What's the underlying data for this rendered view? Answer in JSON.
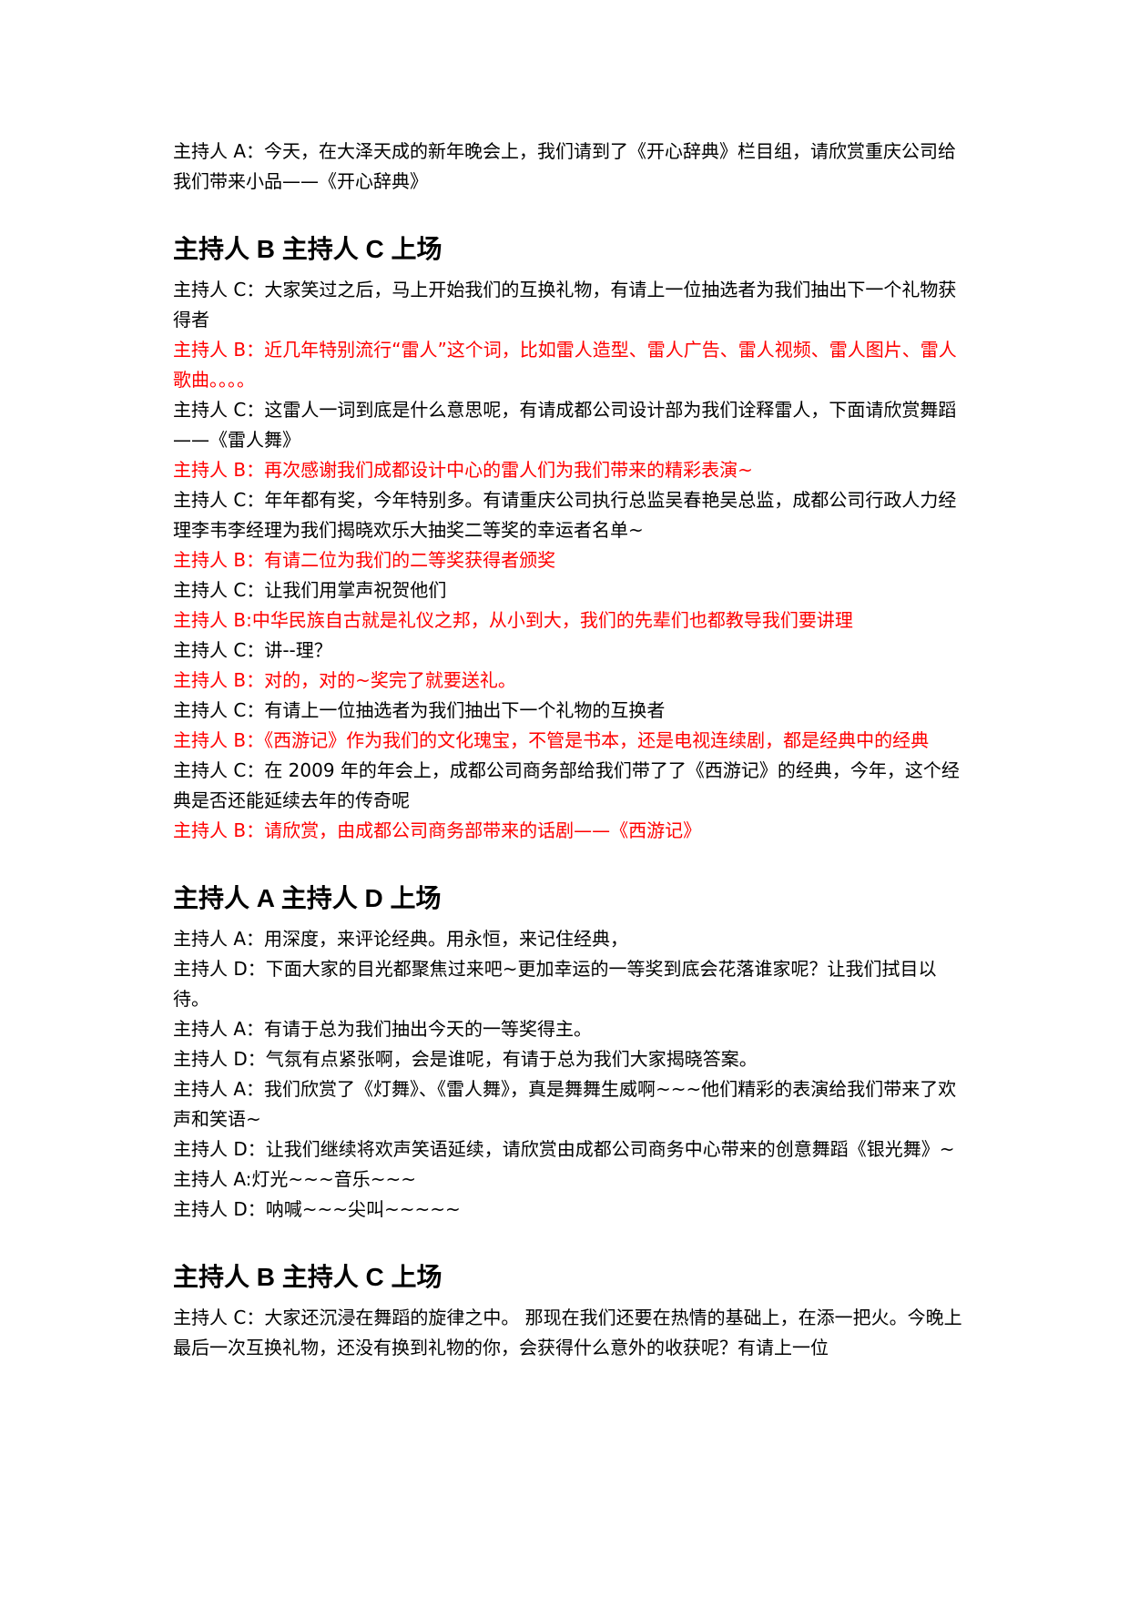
{
  "colors": {
    "text": "#000000",
    "highlight": "#ff0000"
  },
  "intro": [
    {
      "text": "主持人 A：今天，在大泽天成的新年晚会上，我们请到了《开心辞典》栏目组，请欣赏重庆公司给我们带来小品——《开心辞典》",
      "red": false
    }
  ],
  "sections": [
    {
      "heading": "主持人 B 主持人 C 上场",
      "lines": [
        {
          "text": "主持人 C：大家笑过之后，马上开始我们的互换礼物，有请上一位抽选者为我们抽出下一个礼物获得者",
          "red": false
        },
        {
          "text": "主持人 B：近几年特别流行“雷人”这个词，比如雷人造型、雷人广告、雷人视频、雷人图片、雷人歌曲。。。。",
          "red": true
        },
        {
          "text": "主持人 C：这雷人一词到底是什么意思呢，有请成都公司设计部为我们诠释雷人，下面请欣赏舞蹈——《雷人舞》",
          "red": false
        },
        {
          "text": "主持人 B：再次感谢我们成都设计中心的雷人们为我们带来的精彩表演~",
          "red": true
        },
        {
          "text": "主持人 C：年年都有奖，今年特别多。有请重庆公司执行总监吴春艳吴总监，成都公司行政人力经理李韦李经理为我们揭晓欢乐大抽奖二等奖的幸运者名单~",
          "red": false
        },
        {
          "text": "主持人 B：有请二位为我们的二等奖获得者颁奖",
          "red": true
        },
        {
          "text": "主持人 C：让我们用掌声祝贺他们",
          "red": false
        },
        {
          "text": "主持人 B:中华民族自古就是礼仪之邦，从小到大，我们的先辈们也都教导我们要讲理",
          "red": true
        },
        {
          "text": "主持人 C：讲--理？",
          "red": false
        },
        {
          "text": "主持人 B：对的，对的~奖完了就要送礼。",
          "red": true
        },
        {
          "text": "主持人 C：有请上一位抽选者为我们抽出下一个礼物的互换者",
          "red": false
        },
        {
          "text": "主持人 B：《西游记》作为我们的文化瑰宝，不管是书本，还是电视连续剧，都是经典中的经典",
          "red": true
        },
        {
          "text": "主持人 C：在 2009 年的年会上，成都公司商务部给我们带了了《西游记》的经典，今年，这个经典是否还能延续去年的传奇呢",
          "red": false
        },
        {
          "text": "主持人 B：请欣赏，由成都公司商务部带来的话剧——《西游记》",
          "red": true
        }
      ]
    },
    {
      "heading": "主持人 A 主持人 D 上场",
      "lines": [
        {
          "text": "主持人 A：用深度，来评论经典。用永恒，来记住经典，",
          "red": false
        },
        {
          "text": "主持人 D：下面大家的目光都聚焦过来吧~更加幸运的一等奖到底会花落谁家呢？让我们拭目以待。",
          "red": false
        },
        {
          "text": "主持人 A：有请于总为我们抽出今天的一等奖得主。",
          "red": false
        },
        {
          "text": "主持人 D：气氛有点紧张啊，会是谁呢，有请于总为我们大家揭晓答案。",
          "red": false
        },
        {
          "text": "主持人 A：我们欣赏了《灯舞》、《雷人舞》，真是舞舞生威啊~~~他们精彩的表演给我们带来了欢声和笑语~",
          "red": false
        },
        {
          "text": "主持人 D：让我们继续将欢声笑语延续，请欣赏由成都公司商务中心带来的创意舞蹈《银光舞》~",
          "red": false
        },
        {
          "text": "主持人 A:灯光~~~音乐~~~",
          "red": false
        },
        {
          "text": "主持人 D：呐喊~~~尖叫~~~~~",
          "red": false
        }
      ]
    },
    {
      "heading": "主持人 B 主持人 C 上场",
      "lines": [
        {
          "text": "主持人 C：大家还沉浸在舞蹈的旋律之中。 那现在我们还要在热情的基础上，在添一把火。今晚上最后一次互换礼物，还没有换到礼物的你，会获得什么意外的收获呢？有请上一位",
          "red": false
        }
      ]
    }
  ]
}
